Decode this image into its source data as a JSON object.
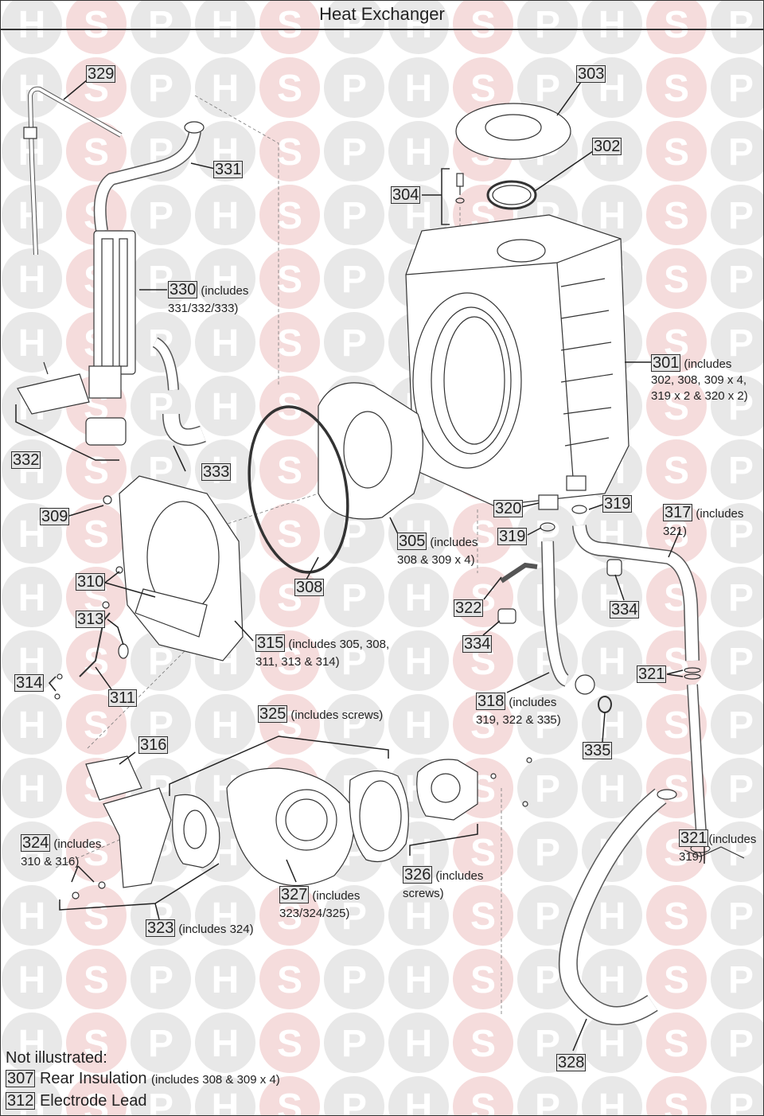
{
  "title": "Heat Exchanger",
  "watermark": {
    "letters": [
      "H",
      "S",
      "P"
    ],
    "colors": {
      "H": "#e8e8e8",
      "S": "#f5dcdc",
      "P": "#e8e8e8"
    }
  },
  "colors": {
    "line": "#333333",
    "label_fill": "#e4e4e4",
    "label_border": "#333333"
  },
  "callouts": [
    {
      "id": "303",
      "number": "303",
      "includes": ""
    },
    {
      "id": "302",
      "number": "302",
      "includes": ""
    },
    {
      "id": "304",
      "number": "304",
      "includes": ""
    },
    {
      "id": "329",
      "number": "329",
      "includes": ""
    },
    {
      "id": "331",
      "number": "331",
      "includes": ""
    },
    {
      "id": "330",
      "number": "330",
      "includes": "(includes",
      "includes2": "331/332/333)"
    },
    {
      "id": "301",
      "number": "301",
      "includes": "(includes",
      "includes2": "302, 308, 309 x 4,",
      "includes3": "319 x 2 & 320 x 2)"
    },
    {
      "id": "332",
      "number": "332",
      "includes": ""
    },
    {
      "id": "333",
      "number": "333",
      "includes": ""
    },
    {
      "id": "309",
      "number": "309",
      "includes": ""
    },
    {
      "id": "320",
      "number": "320",
      "includes": ""
    },
    {
      "id": "319a",
      "number": "319",
      "includes": ""
    },
    {
      "id": "319b",
      "number": "319",
      "includes": ""
    },
    {
      "id": "317",
      "number": "317",
      "includes": "(includes",
      "includes2": "321)"
    },
    {
      "id": "305",
      "number": "305",
      "includes": "(includes",
      "includes2": "308 & 309 x 4)"
    },
    {
      "id": "308",
      "number": "308",
      "includes": ""
    },
    {
      "id": "310",
      "number": "310",
      "includes": ""
    },
    {
      "id": "322",
      "number": "322",
      "includes": ""
    },
    {
      "id": "334a",
      "number": "334",
      "includes": ""
    },
    {
      "id": "334b",
      "number": "334",
      "includes": ""
    },
    {
      "id": "313",
      "number": "313",
      "includes": ""
    },
    {
      "id": "315",
      "number": "315",
      "includes": "(includes 305, 308,",
      "includes2": "311, 313 & 314)"
    },
    {
      "id": "314",
      "number": "314",
      "includes": ""
    },
    {
      "id": "311",
      "number": "311",
      "includes": ""
    },
    {
      "id": "321a",
      "number": "321",
      "includes": ""
    },
    {
      "id": "318",
      "number": "318",
      "includes": "(includes",
      "includes2": "319, 322 & 335)"
    },
    {
      "id": "335",
      "number": "335",
      "includes": ""
    },
    {
      "id": "325",
      "number": "325",
      "includes": "(includes screws)"
    },
    {
      "id": "316",
      "number": "316",
      "includes": ""
    },
    {
      "id": "321b",
      "number": "321",
      "includes": "(includes",
      "includes2": "319)"
    },
    {
      "id": "324",
      "number": "324",
      "includes": "(includes",
      "includes2": "310 & 316)"
    },
    {
      "id": "326",
      "number": "326",
      "includes": "(includes",
      "includes2": "screws)"
    },
    {
      "id": "327",
      "number": "327",
      "includes": "(includes",
      "includes2": "323/324/325)"
    },
    {
      "id": "323",
      "number": "323",
      "includes": "(includes 324)"
    },
    {
      "id": "328",
      "number": "328",
      "includes": ""
    }
  ],
  "notes": {
    "heading": "Not illustrated:",
    "items": [
      {
        "number": "307",
        "label": "Rear Insulation",
        "detail": "(includes 308 & 309 x 4)"
      },
      {
        "number": "312",
        "label": "Electrode Lead",
        "detail": ""
      }
    ]
  }
}
